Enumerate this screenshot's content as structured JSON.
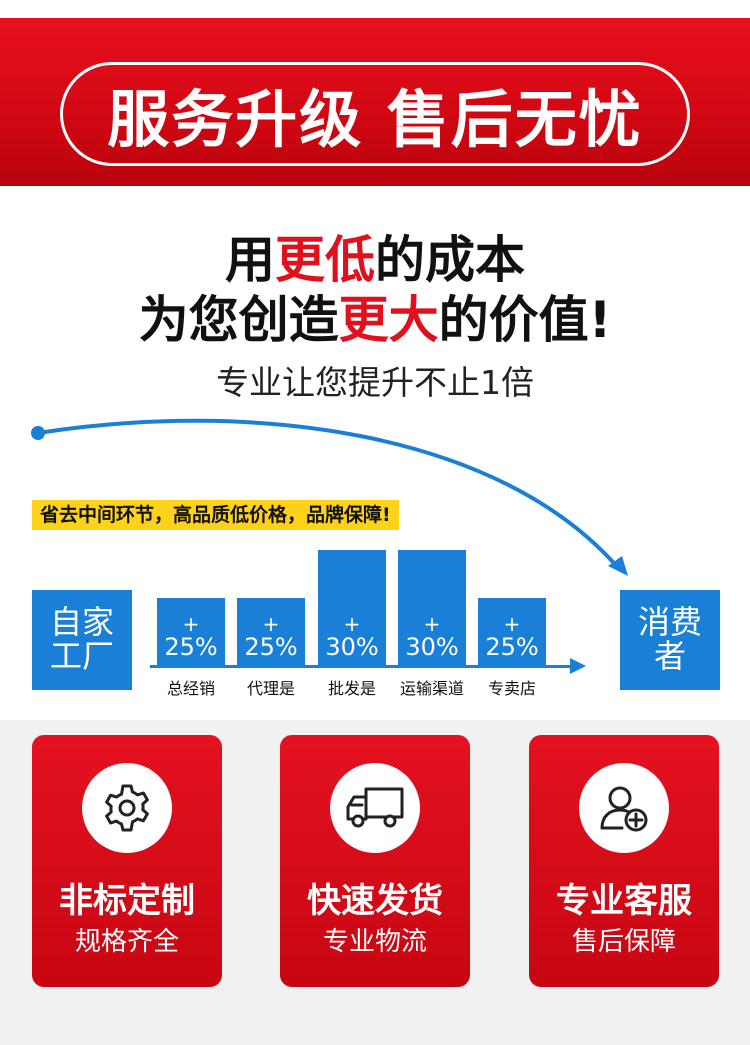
{
  "banner": {
    "title": "服务升级 售后无忧"
  },
  "headline": {
    "line1_a": "用",
    "line1_red": "更低",
    "line1_b": "的成本",
    "line2_a": "为您创造",
    "line2_red": "更大",
    "line2_b": "的价值!",
    "subtitle": "专业让您提升不止1倍"
  },
  "note": "省去中间环节，高品质低价格，品牌保障!",
  "factory": {
    "line1": "自家",
    "line2": "工厂"
  },
  "consumer": {
    "line1": "消费",
    "line2": "者"
  },
  "bars": [
    {
      "plus": "+",
      "pct": "25%",
      "label": "总经销"
    },
    {
      "plus": "+",
      "pct": "25%",
      "label": "代理是"
    },
    {
      "plus": "+",
      "pct": "30%",
      "label": "批发是"
    },
    {
      "plus": "+",
      "pct": "30%",
      "label": "运输渠道"
    },
    {
      "plus": "+",
      "pct": "25%",
      "label": "专卖店"
    }
  ],
  "cards": [
    {
      "title": "非标定制",
      "sub": "规格齐全",
      "icon": "gear-icon"
    },
    {
      "title": "快速发货",
      "sub": "专业物流",
      "icon": "truck-icon"
    },
    {
      "title": "专业客服",
      "sub": "售后保障",
      "icon": "user-plus-icon"
    }
  ],
  "colors": {
    "red": "#e0101c",
    "blue": "#1a7fd6",
    "yellow": "#ffd21a"
  }
}
